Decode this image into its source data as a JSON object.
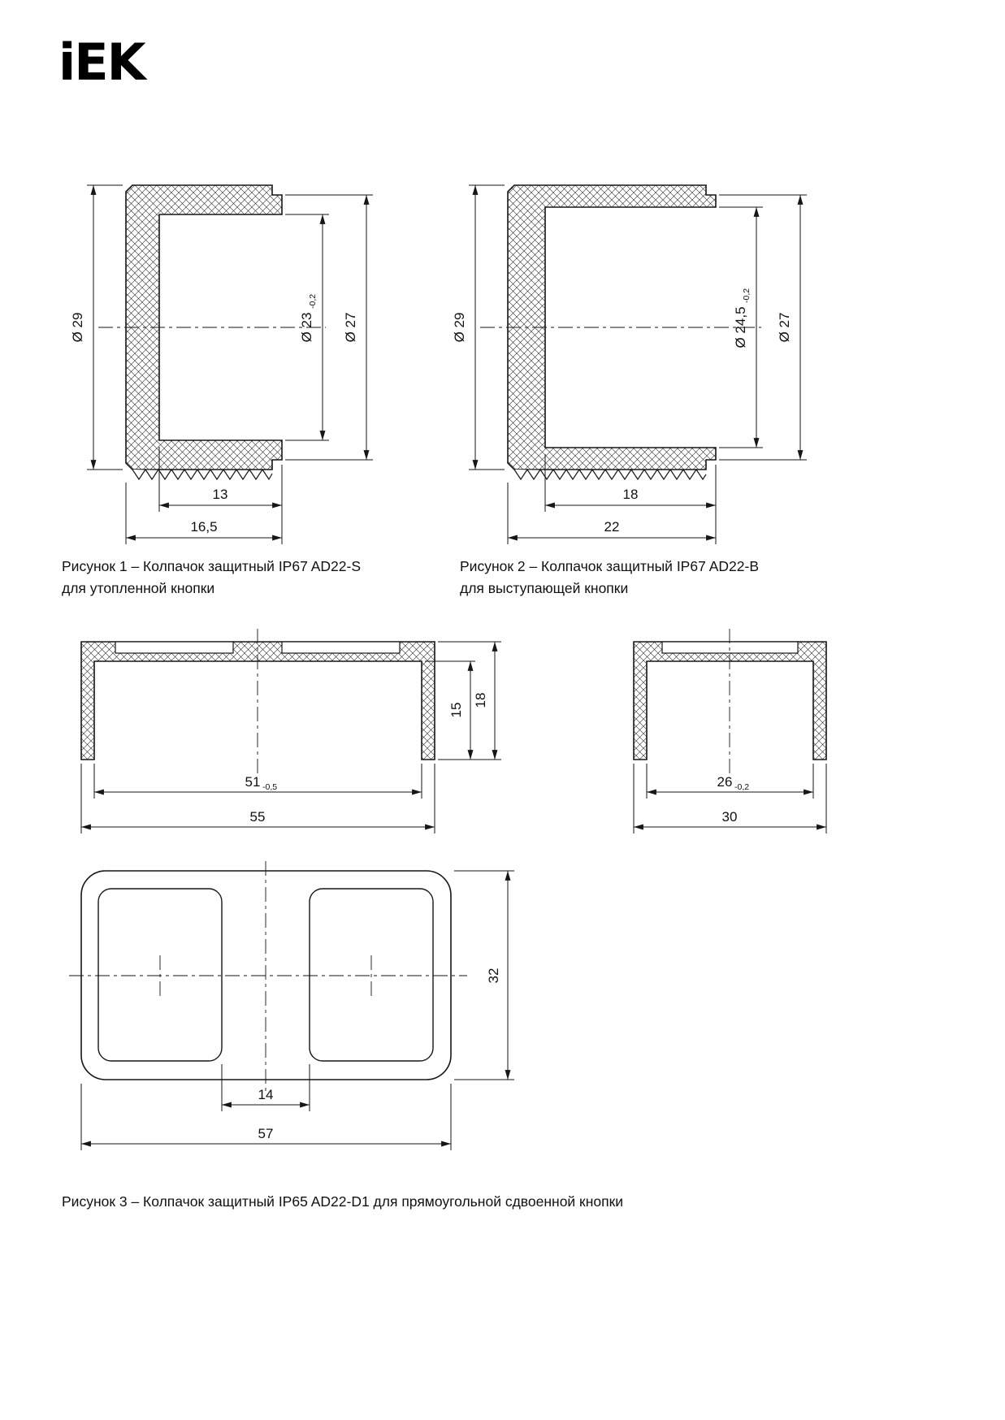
{
  "logo": {
    "text": "iEK"
  },
  "figure1": {
    "caption_line1": "Рисунок 1 – Колпачок защитный IP67 AD22-S",
    "caption_line2": "для утопленной кнопки",
    "dim_outer_diameter": "Ø 29",
    "dim_inner_diameter": "Ø 23",
    "dim_inner_diameter_tolerance": "-0,2",
    "dim_flange_diameter": "Ø 27",
    "dim_inner_depth": "13",
    "dim_total_length": "16,5"
  },
  "figure2": {
    "caption_line1": "Рисунок 2 – Колпачок защитный IP67 AD22-B",
    "caption_line2": "для выступающей кнопки",
    "dim_outer_diameter": "Ø 29",
    "dim_inner_diameter": "Ø 24,5",
    "dim_inner_diameter_tolerance": "-0,2",
    "dim_flange_diameter": "Ø 27",
    "dim_inner_depth": "18",
    "dim_total_length": "22"
  },
  "figure3": {
    "caption": "Рисунок 3 – Колпачок защитный IP65 AD22-D1 для прямоугольной сдвоенной кнопки",
    "side_view": {
      "dim_inner_height": "15",
      "dim_total_height": "18",
      "dim_inner_width": "51",
      "dim_inner_width_tolerance": "-0,5",
      "dim_total_width": "55"
    },
    "end_view": {
      "dim_inner_width": "26",
      "dim_inner_width_tolerance": "-0,2",
      "dim_total_width": "30"
    },
    "top_view": {
      "dim_height": "32",
      "dim_gap": "14",
      "dim_total_width": "57"
    }
  }
}
